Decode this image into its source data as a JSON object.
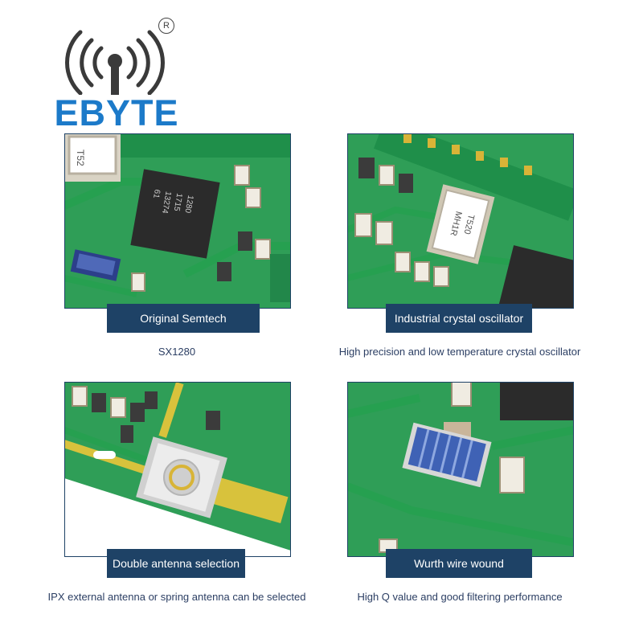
{
  "brand": {
    "name": "EBYTE",
    "mark": "R",
    "blue": "#1c7ac9",
    "navy": "#1e4266"
  },
  "features": [
    {
      "title": "Original Semtech",
      "subtitle": "SX1280"
    },
    {
      "title": "Industrial crystal oscillator",
      "subtitle": "High precision and low temperature crystal oscillator"
    },
    {
      "title": "Double antenna selection",
      "subtitle": "IPX external antenna or spring antenna can be selected"
    },
    {
      "title": "Wurth wire wound inductance",
      "subtitle": "High Q value and good filtering performance"
    }
  ],
  "chip_marking": {
    "line1": "1280",
    "line2": "1715",
    "line3": "13274",
    "line4": "61"
  },
  "crystal_marking": {
    "line1": "T520",
    "line2": "MH1R"
  },
  "icons": {
    "logo": "wireless-tower-icon",
    "photos": [
      "sx1280-chip-photo",
      "crystal-oscillator-photo",
      "ipx-antenna-photo",
      "inductor-photo"
    ]
  }
}
